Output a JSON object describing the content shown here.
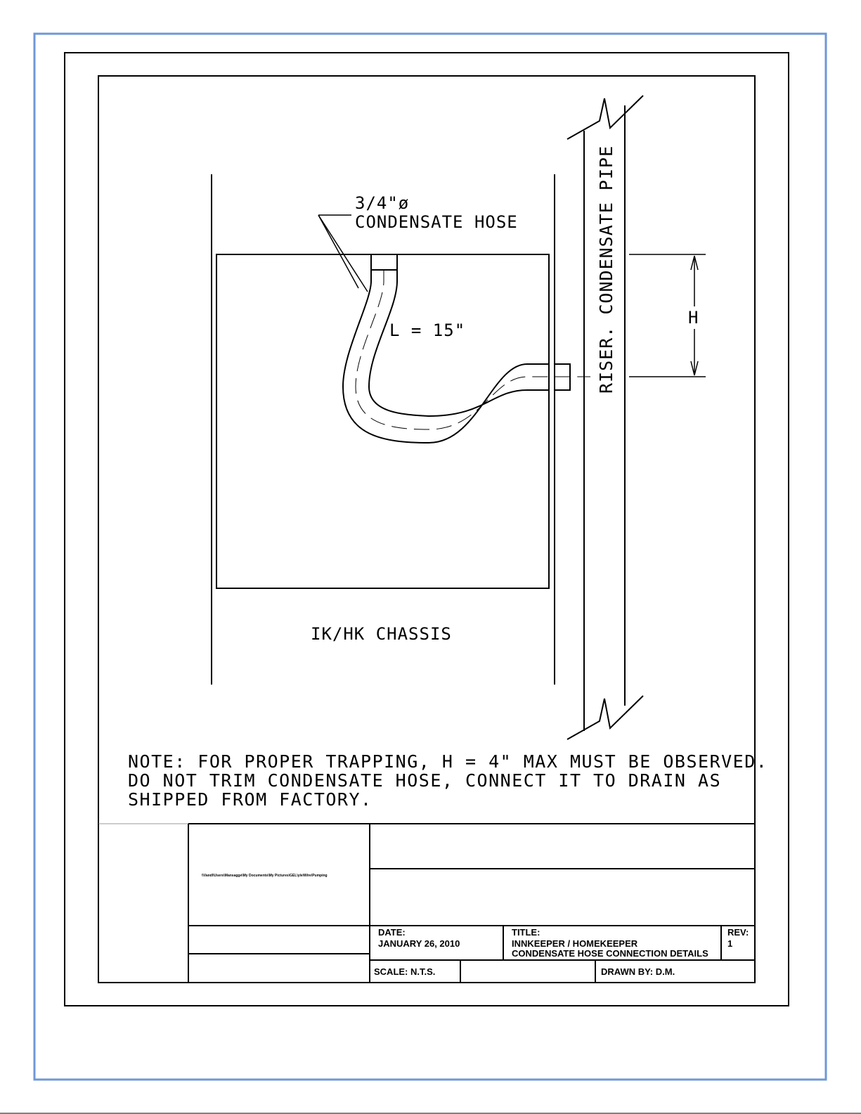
{
  "labels": {
    "hose_size": "3/4\"ø",
    "hose_name": "CONDENSATE HOSE",
    "hose_length": "L = 15\"",
    "riser_pipe": "RISER. CONDENSATE PIPE",
    "height_dim": "H",
    "chassis": "IK/HK CHASSIS"
  },
  "note": {
    "line1": "NOTE: FOR PROPER TRAPPING, H = 4\" MAX MUST BE OBSERVED.",
    "line2": "DO NOT TRIM CONDENSATE HOSE, CONNECT IT TO DRAIN AS",
    "line3": "SHIPPED FROM FACTORY."
  },
  "title_block": {
    "tiny_path": "\\\\Vandl\\Users\\Mansagge\\My Documents\\My Pictures\\GEL\\yle\\Wire\\Pumping",
    "date_label": "DATE:",
    "date_value": "JANUARY 26, 2010",
    "title_label": "TITLE:",
    "title_line1": "INNKEEPER / HOMEKEEPER",
    "title_line2": "CONDENSATE HOSE CONNECTION DETAILS",
    "rev_label": "REV:",
    "rev_value": "1",
    "scale": "SCALE: N.T.S.",
    "drawn_by": "DRAWN BY: D.M."
  },
  "colors": {
    "outer_border": "#6f97d6",
    "line": "#000000"
  }
}
